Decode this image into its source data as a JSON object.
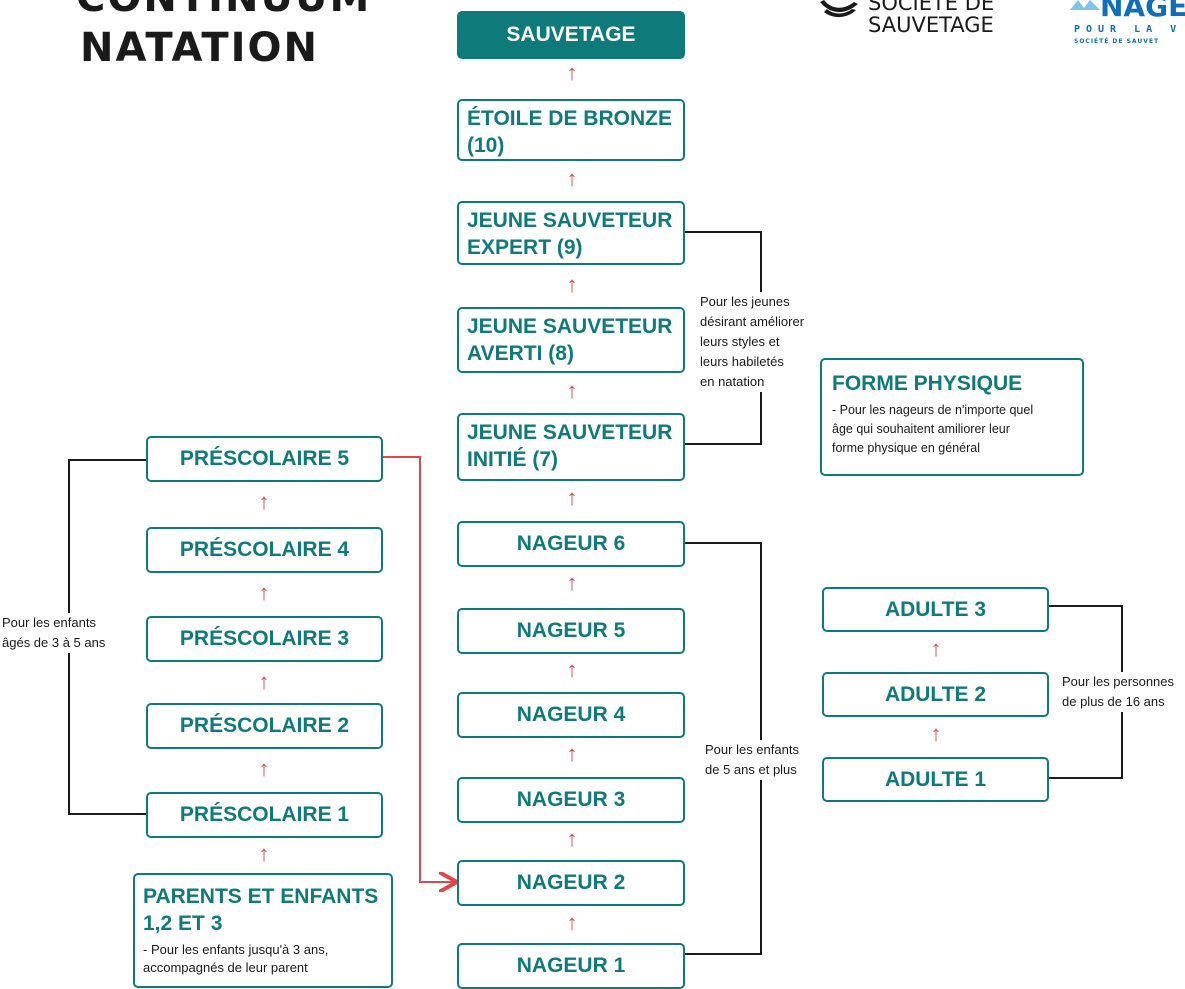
{
  "title": {
    "line1": "CONTINUUM",
    "line2": "NATATION"
  },
  "logos": {
    "societe": {
      "line1": "SOCIÉTÉ DE",
      "line2": "SAUVETAGE"
    },
    "nager": {
      "main": "NAGE",
      "sub1": "POUR LA V",
      "sub2": "SOCIÉTÉ DE SAUVET"
    }
  },
  "center_column": {
    "sauvetage": "SAUVETAGE",
    "etoile": "ÉTOILE DE BRONZE\n(10)",
    "expert": "JEUNE SAUVETEUR\nEXPERT (9)",
    "averti": "JEUNE SAUVETEUR\nAVERTI (8)",
    "initie": "JEUNE SAUVETEUR\nINITIÉ (7)",
    "nageur6": "NAGEUR 6",
    "nageur5": "NAGEUR 5",
    "nageur4": "NAGEUR 4",
    "nageur3": "NAGEUR 3",
    "nageur2": "NAGEUR 2",
    "nageur1": "NAGEUR 1"
  },
  "left_column": {
    "p5": "PRÉSCOLAIRE 5",
    "p4": "PRÉSCOLAIRE 4",
    "p3": "PRÉSCOLAIRE 3",
    "p2": "PRÉSCOLAIRE 2",
    "p1": "PRÉSCOLAIRE 1",
    "parents": {
      "heading": "PARENTS ET ENFANTS\n1,2 ET 3",
      "desc": "- Pour les enfants jusqu'à 3 ans,\n  accompagnés de leur parent"
    }
  },
  "right_column": {
    "forme": {
      "heading": "FORME PHYSIQUE",
      "desc": "- Pour les nageurs de n'importe quel\n  âge qui souhaitent amiliorer leur\n  forme physique en général"
    },
    "adulte3": "ADULTE 3",
    "adulte2": "ADULTE 2",
    "adulte1": "ADULTE 1"
  },
  "notes": {
    "jeunes": "Pour les jeunes\ndésirant améliorer\nleurs styles et\nleurs habiletés\nen natation",
    "enfants_3_5": "Pour les enfants\nâgés de 3 à 5 ans",
    "enfants_5_plus": "Pour les enfants\nde 5 ans et plus",
    "personnes_16": "Pour les personnes\nde plus de 16 ans"
  },
  "colors": {
    "teal": "#0e7a79",
    "arrow_red": "#e0474c",
    "text_dark": "#1a1a1a",
    "bracket": "#1a1a1a"
  }
}
